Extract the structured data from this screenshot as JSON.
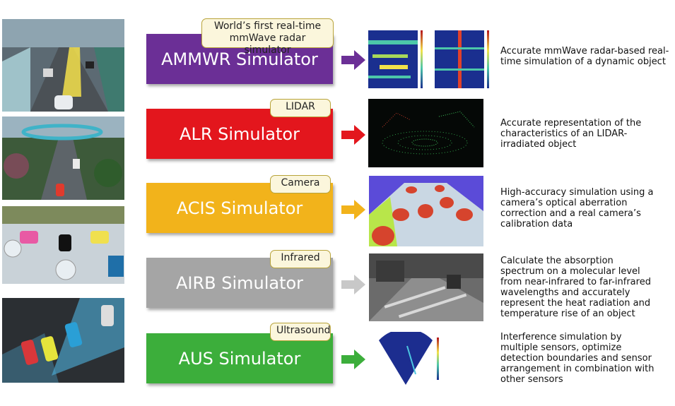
{
  "rows": [
    {
      "title": "AMMWR Simulator",
      "tag": "World’s first real-time mmWave radar simulator",
      "color": "#6b2f96",
      "desc": "Accurate mmWave radar-based real-time simulation of a dynamic object"
    },
    {
      "title": "ALR Simulator",
      "tag": "LIDAR",
      "color": "#e3161d",
      "desc": "Accurate representation of the characteristics of an LIDAR-irradiated object"
    },
    {
      "title": "ACIS Simulator",
      "tag": "Camera",
      "color": "#f2b31b",
      "desc": "High-accuracy simulation using a camera’s optical aberration correction and a real camera’s calibration data"
    },
    {
      "title": "AIRB Simulator",
      "tag": "Infrared",
      "color": "#a5a5a5",
      "desc": "Calculate the absorption spectrum on a molecular level from near-infrared to far-infrared wavelengths and accurately represent the heat radiation and temperature rise of an object"
    },
    {
      "title": "AUS Simulator",
      "tag": "Ultrasound",
      "color": "#3cae3b",
      "desc": "Interference simulation by multiple sensors, optimize detection boundaries and sensor arrangement in combination with other sensors"
    }
  ]
}
